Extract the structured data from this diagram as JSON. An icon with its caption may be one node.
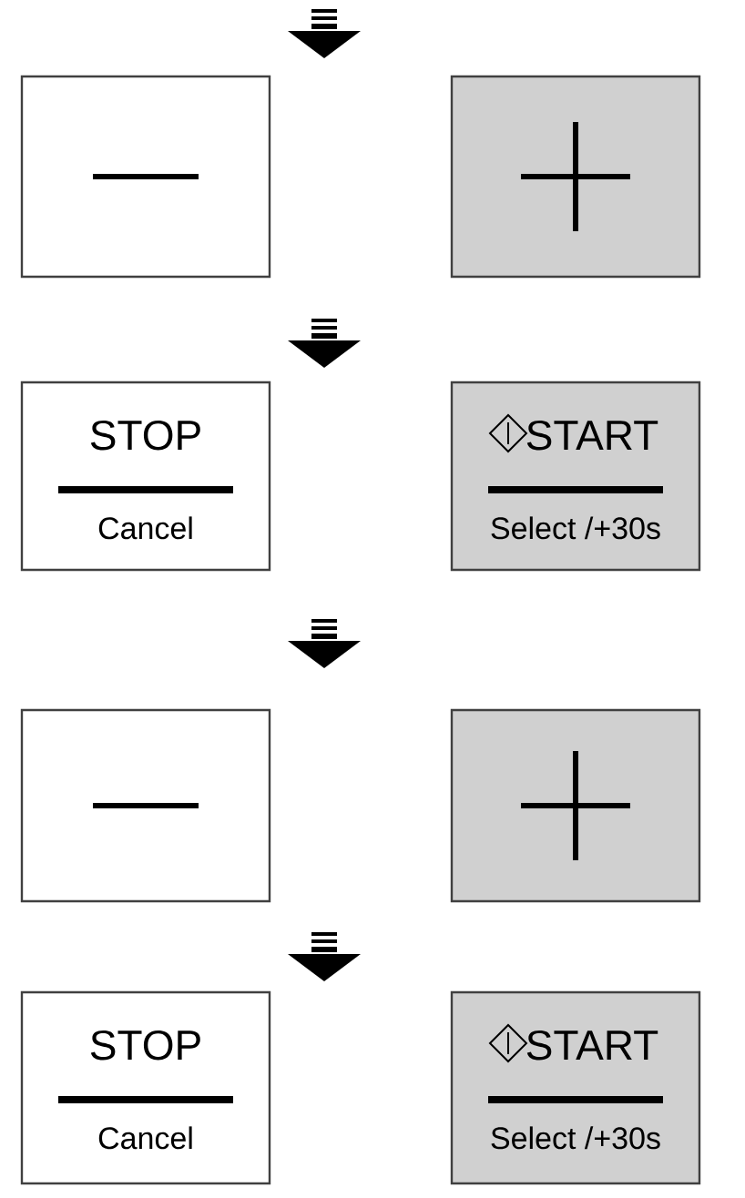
{
  "diagram": {
    "nodes": [
      {
        "text": [],
        "shape": "box"
      },
      {
        "text": [],
        "shape": "box"
      },
      {
        "text": [
          "STOP",
          "Cancel"
        ]
      },
      {
        "text": [
          "START",
          "Select /+30s"
        ]
      },
      {
        "text": [],
        "shape": "box"
      },
      {
        "text": [],
        "shape": "box"
      },
      {
        "text": [
          "STOP",
          "Cancel"
        ]
      },
      {
        "text": [
          "START",
          "Select /+30s"
        ]
      }
    ]
  }
}
